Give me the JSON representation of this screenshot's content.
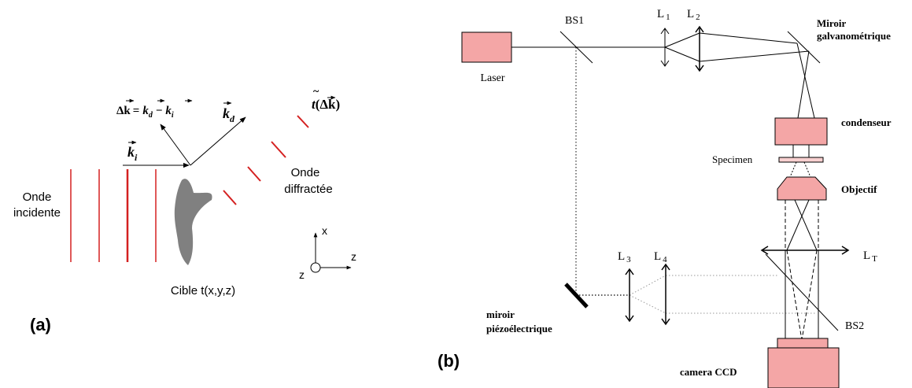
{
  "panel_a": {
    "panel_label": "(a)",
    "delta_k_equation": {
      "lhs": "Δk",
      "eq": "=",
      "kd": "k",
      "kd_sub": "d",
      "minus": "−",
      "ki": "k",
      "ki_sub": "i"
    },
    "kd_label": {
      "k": "k",
      "sub": "d"
    },
    "ki_label": {
      "k": "k",
      "sub": "i"
    },
    "t_label": {
      "t": "t",
      "paren": "(Δk)"
    },
    "incident_wave": [
      "Onde",
      "incidente"
    ],
    "diffracted_wave": [
      "Onde",
      "diffractée"
    ],
    "target_label": "Cible t(x,y,z)",
    "axes": {
      "x": "x",
      "z": "z",
      "origin_z": "z"
    },
    "colors": {
      "wavefront": "#d42020",
      "target": "#808080"
    }
  },
  "panel_b": {
    "panel_label": "(b)",
    "laser": "Laser",
    "bs1": "BS1",
    "bs2": "BS2",
    "l1": {
      "main": "L",
      "sub": "1"
    },
    "l2": {
      "main": "L",
      "sub": "2"
    },
    "l3": {
      "main": "L",
      "sub": "3"
    },
    "l4": {
      "main": "L",
      "sub": "4"
    },
    "lt": {
      "main": "L",
      "sub": "T"
    },
    "galvo_mirror": [
      "Miroir",
      "galvanométrique"
    ],
    "condenser": "condenseur",
    "specimen": "Specimen",
    "objective": "Objectif",
    "piezo_mirror": [
      "miroir",
      "piézoélectrique"
    ],
    "camera": "camera CCD",
    "colors": {
      "component_fill": "#f4a6a6",
      "specimen_fill": "#f8d0d0"
    }
  }
}
